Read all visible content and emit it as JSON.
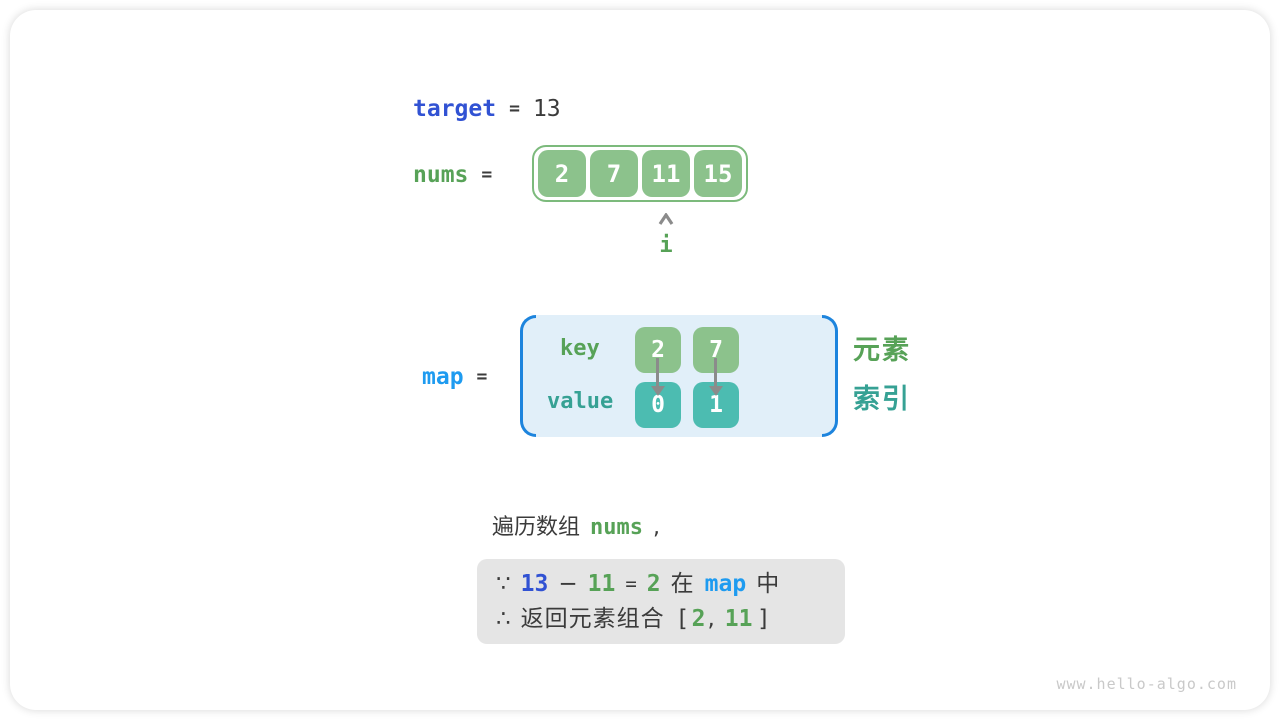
{
  "colors": {
    "royal_blue": "#3152d3",
    "azure_blue": "#1e9bf0",
    "green_text": "#57a257",
    "teal_text": "#36a194",
    "green_box": "#8cc28c",
    "teal_box": "#4cbcb1",
    "array_border_green": "#7cba7c",
    "map_fill": "#e1eff9",
    "bracket_blue": "#1d84dd",
    "arrow_gray": "#8b8b8b",
    "dark_text": "#3b3b3b",
    "note_bg": "#e5e5e5",
    "watermark_gray": "#c9c9c9"
  },
  "target_row": {
    "var": "target",
    "eq": "=",
    "value": "13"
  },
  "nums_row": {
    "var": "nums",
    "eq": "=",
    "cells": [
      "2",
      "7",
      "11",
      "15"
    ],
    "pointer_label": "i",
    "pointer_index": 2
  },
  "map_row": {
    "var": "map",
    "eq": "=",
    "key_label": "key",
    "value_label": "value",
    "keys": [
      "2",
      "7"
    ],
    "values": [
      "0",
      "1"
    ],
    "element_label": "元素",
    "index_label": "索引"
  },
  "caption": {
    "prefix": "遍历数组",
    "var": "nums",
    "comma": ","
  },
  "conclusion": {
    "line1": {
      "because": "∵",
      "minuend": "13",
      "minus": "−",
      "subtrahend": "11",
      "equals": "=",
      "difference": "2",
      "in_word": "在",
      "map_var": "map",
      "suffix": "中"
    },
    "line2": {
      "therefore": "∴",
      "text": "返回元素组合",
      "open": "[",
      "first": "2",
      "comma": ",",
      "second": "11",
      "close": "]"
    }
  },
  "watermark": "www.hello-algo.com"
}
